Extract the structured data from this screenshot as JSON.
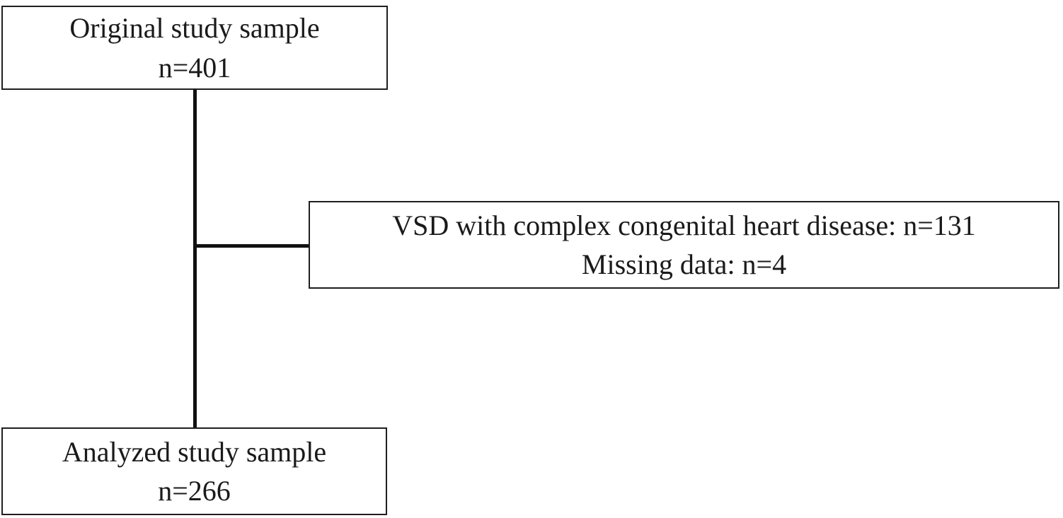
{
  "diagram": {
    "type": "study-flow-diagram",
    "boxes": [
      {
        "id": "original-sample",
        "line1": "Original study sample",
        "line2": "n=401"
      },
      {
        "id": "excluded",
        "line1": "VSD with complex congenital heart disease: n=131",
        "line2": "Missing data: n=4"
      },
      {
        "id": "analyzed-sample",
        "line1": "Analyzed study sample",
        "line2": "n=266"
      }
    ],
    "counts": {
      "original": 401,
      "excluded_complex_chd": 131,
      "excluded_missing_data": 4,
      "analyzed": 266
    },
    "colors": {
      "background": "#ffffff",
      "box_border": "#1f1f1f",
      "text": "#1a1a1a",
      "connector_line": "#111111"
    }
  }
}
